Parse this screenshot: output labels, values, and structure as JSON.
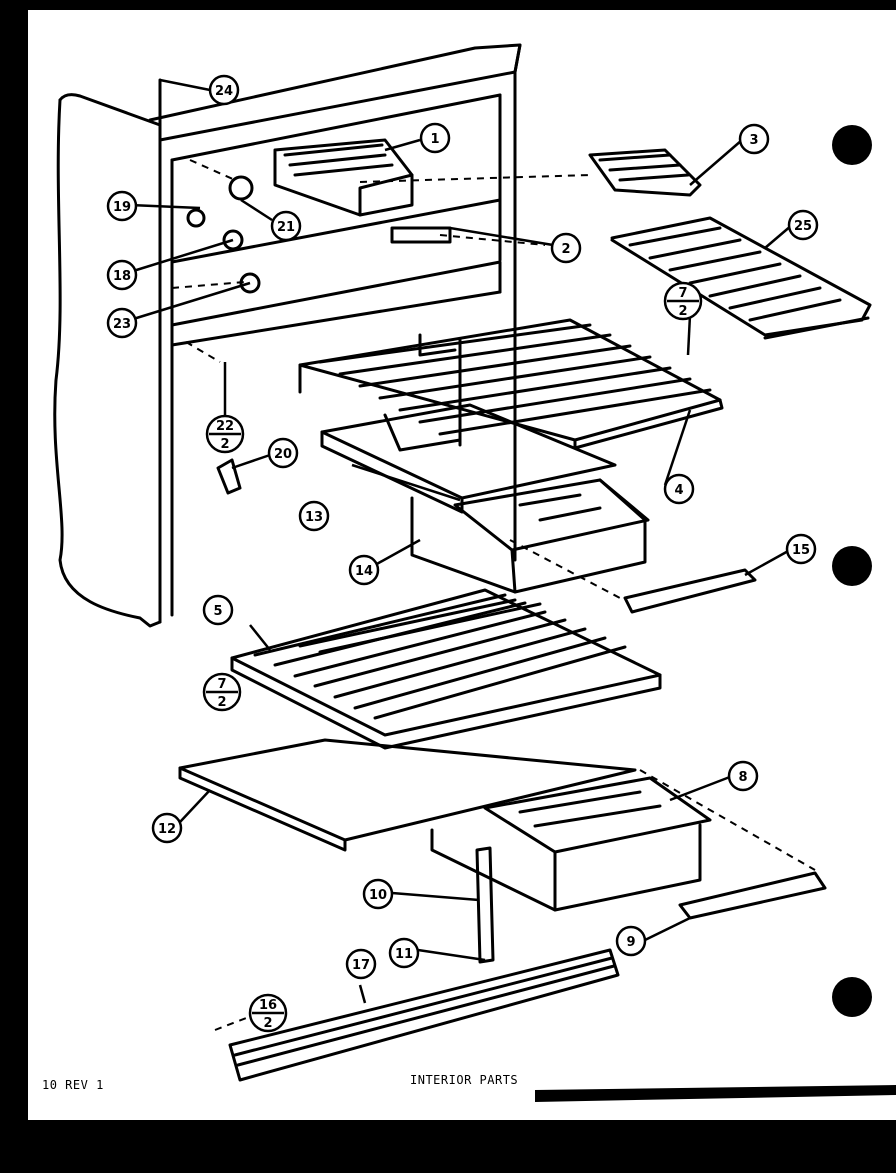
{
  "footer": {
    "page_code": "10 REV 1",
    "title": "INTERIOR PARTS"
  },
  "callouts": {
    "c1": "1",
    "c2": "2",
    "c3": "3",
    "c4": "4",
    "c5": "5",
    "c8": "8",
    "c9": "9",
    "c10": "10",
    "c11": "11",
    "c12": "12",
    "c13": "13",
    "c14": "14",
    "c15": "15",
    "c17": "17",
    "c18": "18",
    "c19": "19",
    "c20": "20",
    "c21": "21",
    "c23": "23",
    "c24": "24",
    "c25": "25",
    "f7a_top": "7",
    "f7a_bot": "2",
    "f7b_top": "7",
    "f7b_bot": "2",
    "f22_top": "22",
    "f22_bot": "2",
    "f16_top": "16",
    "f16_bot": "2"
  }
}
